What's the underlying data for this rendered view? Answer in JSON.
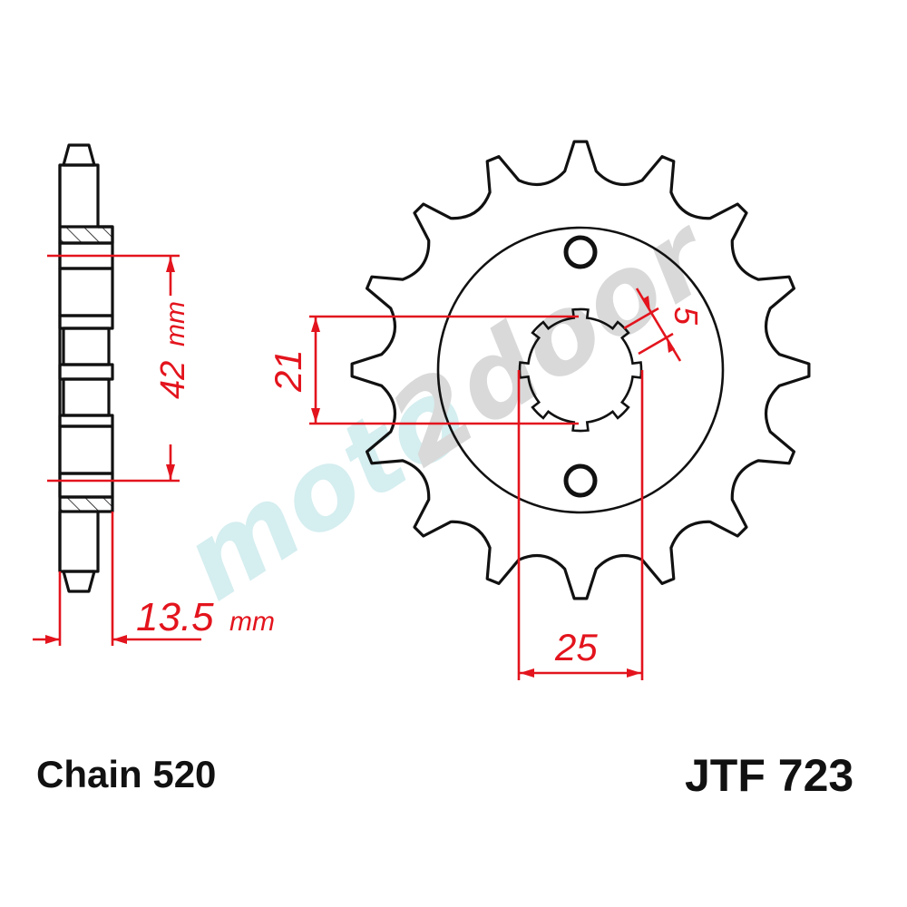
{
  "diagram": {
    "type": "front sprocket technical drawing",
    "part_number": "JTF 723",
    "chain_label": "Chain 520",
    "teeth_count": 16,
    "watermark": {
      "part1": "moto",
      "part2": "2door",
      "colors": {
        "part1": "#d5eef0",
        "part2": "#d9d9d9"
      }
    },
    "colors": {
      "outline": "#111111",
      "dimension": "#e3141d",
      "background": "#ffffff"
    },
    "dimensions": {
      "bolt_spacing": {
        "value": "42",
        "unit": "mm",
        "label": "42 mm"
      },
      "thickness": {
        "value": "13.5",
        "unit": "mm",
        "label": "13.5",
        "unit_label": "mm"
      },
      "spline_inner": {
        "value": "21",
        "label": "21"
      },
      "spline_outer": {
        "value": "25",
        "label": "25"
      },
      "spline_width": {
        "value": "5",
        "label": "5"
      }
    }
  }
}
